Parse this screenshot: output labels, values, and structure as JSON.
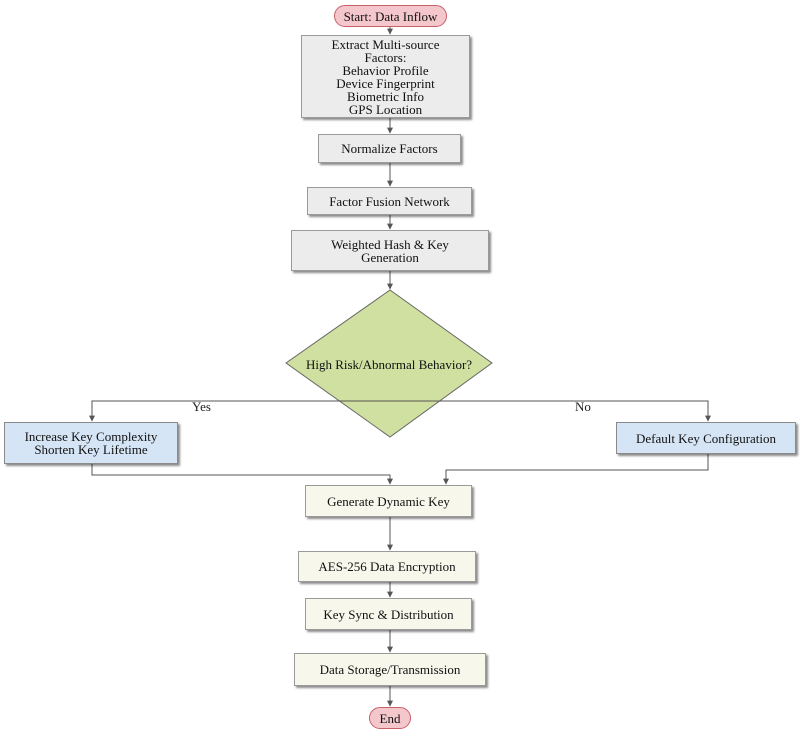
{
  "diagram": {
    "start": "Start: Data Inflow",
    "extract": {
      "lines": [
        "Extract Multi-source",
        "Factors:",
        "Behavior Profile",
        "Device Fingerprint",
        "Biometric Info",
        "GPS Location"
      ]
    },
    "normalize": "Normalize Factors",
    "fusion": "Factor Fusion Network",
    "hash": {
      "lines": [
        "Weighted Hash & Key",
        "Generation"
      ]
    },
    "decision": "High Risk/Abnormal Behavior?",
    "yes_label": "Yes",
    "no_label": "No",
    "increase": {
      "lines": [
        "Increase Key Complexity",
        "Shorten Key Lifetime"
      ]
    },
    "default_config": "Default Key Configuration",
    "generate": "Generate Dynamic Key",
    "aes": "AES-256 Data Encryption",
    "sync": "Key Sync & Distribution",
    "storage": "Data Storage/Transmission",
    "end": "End",
    "colors": {
      "terminal_fill": "#f4c7cc",
      "terminal_border": "#c8606a",
      "process_fill": "#ececec",
      "decision_fill": "#cfe0a0",
      "branch_fill": "#d6e5f6",
      "output_fill": "#f7f7ec",
      "connector": "#555555"
    }
  }
}
